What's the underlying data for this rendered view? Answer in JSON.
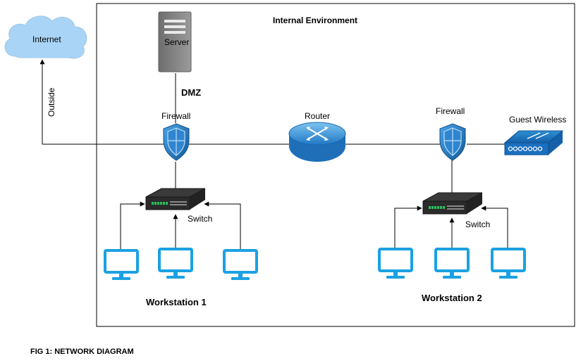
{
  "cloud": {
    "label": "Internet"
  },
  "edges": {
    "outside_label": "Outside"
  },
  "zones": {
    "internal_label": "Internal Environment",
    "dmz_label": "DMZ"
  },
  "devices": {
    "server": "Server",
    "firewall_left": "Firewall",
    "firewall_right": "Firewall",
    "router": "Router",
    "guest_wireless": "Guest Wireless",
    "switch_left": "Switch",
    "switch_right": "Switch"
  },
  "groups": {
    "workstation_1": "Workstation 1",
    "workstation_2": "Workstation 2"
  },
  "caption": "FIG 1: NETWORK DIAGRAM",
  "colors": {
    "cloud": "#a9d4f5",
    "shield": "#1e6fb5",
    "monitor": "#1ba1e2",
    "switch_body": "#2b2b2b",
    "server_body": "#7a7a7a",
    "line": "#000000"
  }
}
